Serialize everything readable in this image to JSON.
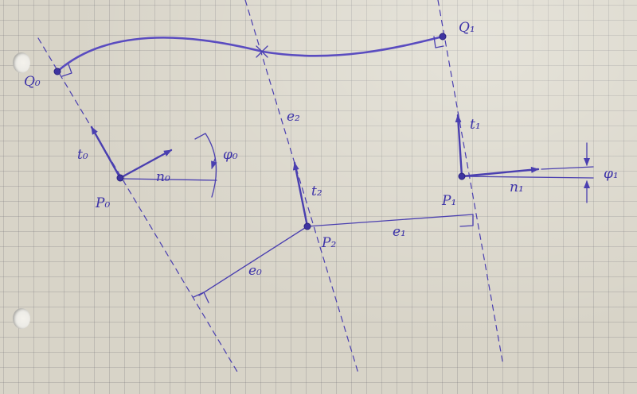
{
  "labels": {
    "q0": "Q₀",
    "q1": "Q₁",
    "p0": "P₀",
    "p1": "P₁",
    "p2": "P₂",
    "t0": "t₀",
    "n0": "n₀",
    "phi0": "φ₀",
    "t1": "t₁",
    "n1": "n₁",
    "phi1": "φ₁",
    "t2": "t₂",
    "e0": "e₀",
    "e1": "e₁",
    "e2": "e₂"
  },
  "colors": {
    "ink": "#4a3fb0",
    "paper": "#d8d4c8"
  }
}
